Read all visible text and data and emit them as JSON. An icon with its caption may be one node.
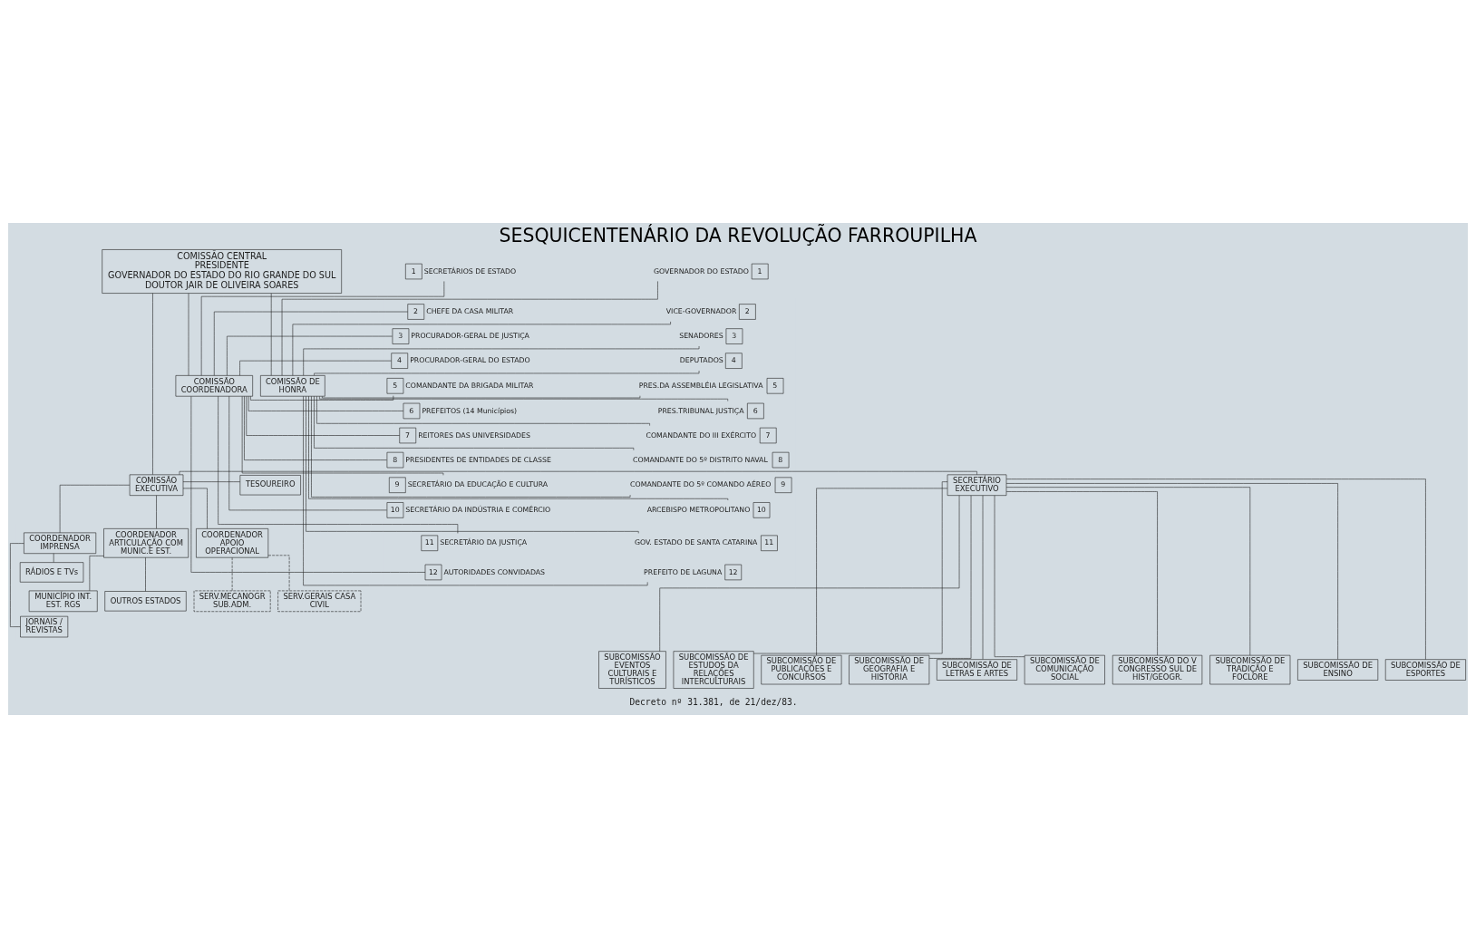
{
  "diagram": {
    "title": "SESQUICENTENÁRIO DA REVOLUÇÃO FARROUPILHA",
    "caption": "Decreto nº 31.381, de 21/dez/83.",
    "nodes": [
      {
        "text": [
          "COMISSÃO CENTRAL",
          "PRESIDENTE",
          "GOVERNADOR DO ESTADO DO RIO GRANDE DO SUL",
          "DOUTOR JAIR DE OLIVEIRA SOARES"
        ]
      },
      {
        "text": [
          "COMISSÃO DE HONRA"
        ]
      },
      {
        "text": [
          "COMISSÃO COORDENADORA"
        ]
      },
      {
        "text": [
          "COMISSÃO EXECUTIVA"
        ]
      },
      {
        "text": [
          "SECRETÁRIO EXECUTIVO"
        ]
      },
      {
        "text": [
          "TESOUREIRO"
        ]
      },
      {
        "text": [
          "COORDENADOR ARTICULAÇÃO COM MUNIC.E EST."
        ]
      },
      {
        "text": [
          "COORDENADOR APOIO OPERACIONAL"
        ]
      },
      {
        "text": [
          "COORDENADOR IMPRENSA"
        ]
      },
      {
        "text": [
          "MUNICÍPIO INT. EST. RGS"
        ]
      },
      {
        "text": [
          "OUTROS ESTADOS"
        ]
      },
      {
        "text": [
          "SERV.MECANOGR SUB.ADM."
        ]
      },
      {
        "text": [
          "SERV.GERAIS CASA CIVIL"
        ]
      },
      {
        "text": [
          "RÁDIOS E TVs"
        ]
      },
      {
        "text": [
          "JORNAIS / REVISTAS"
        ]
      },
      {
        "text": [
          "SUBCOMISSÃO EVENTOS CULTURAIS E TURÍSTICOS"
        ]
      },
      {
        "text": [
          "SUBCOMISSÃO DE PUBLICAÇÕES E CONCURSOS"
        ]
      },
      {
        "text": [
          "SUBCOMISSÃO DE GEOGRAFIA E HISTÓRIA"
        ]
      },
      {
        "text": [
          "SUBCOMISSÃO DE LETRAS E ARTES"
        ]
      },
      {
        "text": [
          "SUBCOMISSÃO DE COMUNICAÇÃO SOCIAL"
        ]
      },
      {
        "text": [
          "SUBCOMISSÃO DO V CONGRESSO SUL DE HIST/GEOGR."
        ]
      },
      {
        "text": [
          "SUBCOMISSÃO DE TRADIÇÃO E FOCLORE"
        ]
      },
      {
        "text": [
          "SUBCOMISSÃO DE ENSINO"
        ]
      },
      {
        "text": [
          "SUBCOMISSÃO DE ESPORTES"
        ]
      },
      {
        "text": [
          "SUBCOMISSÃO DE ESTUDOS DA RELAÇÕES INTERCULTURAIS"
        ]
      },
      {
        "text": [
          "1"
        ],
        "beside": [
          "GOVERNADOR DO ESTADO"
        ]
      },
      {
        "text": [
          "2"
        ],
        "beside": [
          "VICE-GOVERNADOR"
        ]
      },
      {
        "text": [
          "3"
        ],
        "beside": [
          "SENADORES"
        ]
      },
      {
        "text": [
          "4"
        ],
        "beside": [
          "DEPUTADOS"
        ]
      },
      {
        "text": [
          "5"
        ],
        "beside": [
          "PRES.DA ASSEMBLÉIA LEGISLATIVA"
        ]
      },
      {
        "text": [
          "6"
        ],
        "beside": [
          "PRES.TRIBUNAL JUSTIÇA"
        ]
      },
      {
        "text": [
          "7"
        ],
        "beside": [
          "COMANDANTE DO III EXÉRCITO"
        ]
      },
      {
        "text": [
          "8"
        ],
        "beside": [
          "COMANDANTE DO 5º DISTRITO NAVAL"
        ]
      },
      {
        "text": [
          "9"
        ],
        "beside": [
          "COMANDANTE DO 5º COMANDO AÉREO"
        ]
      },
      {
        "text": [
          "10"
        ],
        "beside": [
          "ARCEBISPO METROPOLITANO"
        ]
      },
      {
        "text": [
          "11"
        ],
        "beside": [
          "GOV. ESTADO DE SANTA CATARINA"
        ]
      },
      {
        "text": [
          "12"
        ],
        "beside": [
          "PREFEITO DE LAGUNA"
        ]
      },
      {
        "text": [
          "1"
        ],
        "beside": [
          "SECRETÁRIOS DE ESTADO"
        ]
      },
      {
        "text": [
          "2"
        ],
        "beside": [
          "CHEFE DA CASA MILITAR"
        ]
      },
      {
        "text": [
          "3"
        ],
        "beside": [
          "PROCURADOR-GERAL DE JUSTIÇA"
        ]
      },
      {
        "text": [
          "4"
        ],
        "beside": [
          "PROCURADOR-GERAL DO ESTADO"
        ]
      },
      {
        "text": [
          "5"
        ],
        "beside": [
          "COMANDANTE DA BRIGADA MILITAR"
        ]
      },
      {
        "text": [
          "6"
        ],
        "beside": [
          "PREFEITOS (14 Municípios)"
        ]
      },
      {
        "text": [
          "7"
        ],
        "beside": [
          "REITORES DAS UNIVERSIDADES"
        ]
      },
      {
        "text": [
          "8"
        ],
        "beside": [
          "PRESIDENTES DE ENTIDADES DE CLASSE"
        ]
      },
      {
        "text": [
          "9"
        ],
        "beside": [
          "SECRETÁRIO DA EDUCAÇÃO E CULTURA"
        ]
      },
      {
        "text": [
          "10"
        ],
        "beside": [
          "SECRETÁRIO DA INDÚSTRIA E COMÉRCIO"
        ]
      },
      {
        "text": [
          "11"
        ],
        "beside": [
          "SECRETÁRIO DA JUSTIÇA"
        ]
      },
      {
        "text": [
          "12"
        ],
        "beside": [
          "AUTORIDADES CONVIDADAS"
        ]
      }
    ],
    "edges": [
      {
        "from": 0,
        "to": 1,
        "arrow": "none"
      },
      {
        "from": 0,
        "to": 2,
        "arrow": "none"
      },
      {
        "from": 0,
        "to": 3,
        "arrow": "none"
      },
      {
        "from": 3,
        "to": 4,
        "arrow": "none"
      },
      {
        "from": 3,
        "to": 5,
        "arrow": "none"
      },
      {
        "from": 3,
        "to": 6,
        "arrow": "none"
      },
      {
        "from": 3,
        "to": 7,
        "arrow": "none"
      },
      {
        "from": 3,
        "to": 8,
        "arrow": "none"
      },
      {
        "from": 6,
        "to": 9,
        "arrow": "none"
      },
      {
        "from": 6,
        "to": 10,
        "arrow": "none"
      },
      {
        "from": 7,
        "to": 11,
        "arrow": "none",
        "style": "dashed"
      },
      {
        "from": 7,
        "to": 12,
        "arrow": "none",
        "style": "dashed"
      },
      {
        "from": 8,
        "to": 13,
        "arrow": "none"
      },
      {
        "from": 8,
        "to": 14,
        "arrow": "none"
      },
      {
        "from": 4,
        "to": 15,
        "arrow": "none"
      },
      {
        "from": 4,
        "to": 16,
        "arrow": "none"
      },
      {
        "from": 4,
        "to": 17,
        "arrow": "none"
      },
      {
        "from": 4,
        "to": 18,
        "arrow": "none"
      },
      {
        "from": 4,
        "to": 19,
        "arrow": "none"
      },
      {
        "from": 4,
        "to": 20,
        "arrow": "none"
      },
      {
        "from": 4,
        "to": 21,
        "arrow": "none"
      },
      {
        "from": 4,
        "to": 22,
        "arrow": "none"
      },
      {
        "from": 4,
        "to": 23,
        "arrow": "none"
      },
      {
        "from": 4,
        "to": 24,
        "arrow": "none"
      },
      {
        "from": 25,
        "to": 1,
        "arrow": "none"
      },
      {
        "from": 26,
        "to": 1,
        "arrow": "none"
      },
      {
        "from": 27,
        "to": 1,
        "arrow": "none"
      },
      {
        "from": 28,
        "to": 1,
        "arrow": "none"
      },
      {
        "from": 29,
        "to": 1,
        "arrow": "none"
      },
      {
        "from": 30,
        "to": 1,
        "arrow": "none"
      },
      {
        "from": 31,
        "to": 1,
        "arrow": "none"
      },
      {
        "from": 32,
        "to": 1,
        "arrow": "none"
      },
      {
        "from": 33,
        "to": 1,
        "arrow": "none"
      },
      {
        "from": 34,
        "to": 1,
        "arrow": "none"
      },
      {
        "from": 35,
        "to": 1,
        "arrow": "none"
      },
      {
        "from": 36,
        "to": 1,
        "arrow": "none"
      },
      {
        "from": 37,
        "to": 2,
        "arrow": "none"
      },
      {
        "from": 38,
        "to": 2,
        "arrow": "none"
      },
      {
        "from": 39,
        "to": 2,
        "arrow": "none"
      },
      {
        "from": 40,
        "to": 2,
        "arrow": "none"
      },
      {
        "from": 41,
        "to": 2,
        "arrow": "none"
      },
      {
        "from": 42,
        "to": 2,
        "arrow": "none"
      },
      {
        "from": 43,
        "to": 2,
        "arrow": "none"
      },
      {
        "from": 44,
        "to": 2,
        "arrow": "none"
      },
      {
        "from": 45,
        "to": 2,
        "arrow": "none"
      },
      {
        "from": 46,
        "to": 2,
        "arrow": "none"
      },
      {
        "from": 47,
        "to": 2,
        "arrow": "none"
      },
      {
        "from": 48,
        "to": 2,
        "arrow": "none"
      }
    ]
  }
}
